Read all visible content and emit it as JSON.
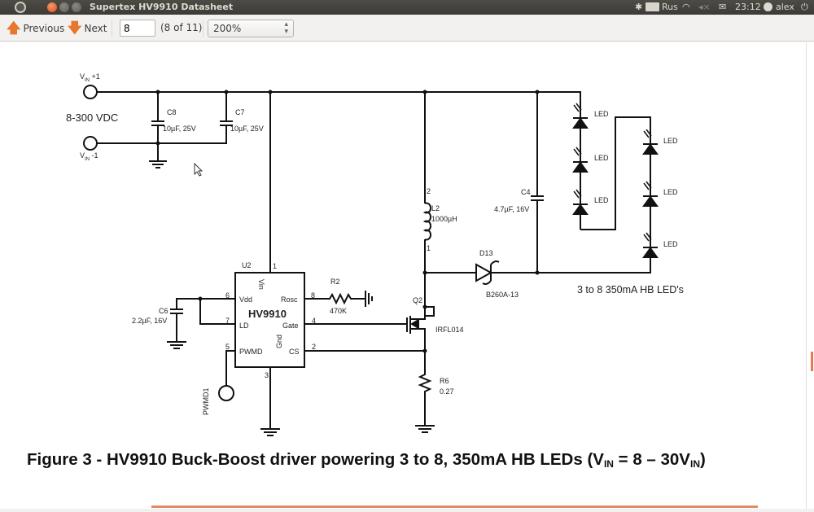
{
  "window": {
    "title": "Supertex HV9910 Datasheet"
  },
  "indicators": {
    "keyboard_layout": "Rus",
    "time": "23:12",
    "user": "alex"
  },
  "toolbar": {
    "previous_label": "Previous",
    "next_label": "Next",
    "page_value": "8",
    "page_count": "(8 of 11)",
    "zoom_value": "200%"
  },
  "schematic": {
    "vin_plus": "V",
    "vin_plus_sub": "IN",
    "vin_plus_suffix": " +1",
    "vin_minus": "V",
    "vin_minus_sub": "IN",
    "vin_minus_suffix": " -1",
    "supply_range": "8-300 VDC",
    "c8_ref": "C8",
    "c8_value": "10µF, 25V",
    "c7_ref": "C7",
    "c7_value": "10µF, 25V",
    "u2_ref": "U2",
    "ic_name": "HV9910",
    "pin_vin": "Vin",
    "pin_vdd": "Vdd",
    "pin_ld": "LD",
    "pin_pwmd": "PWMD",
    "pin_gnd": "Gnd",
    "pin_rosc": "Rosc",
    "pin_gate": "Gate",
    "pin_cs": "CS",
    "pin_num_vin": "1",
    "pin_num_vdd": "6",
    "pin_num_ld": "7",
    "pin_num_pwmd": "5",
    "pin_num_gnd": "3",
    "pin_num_rosc": "8",
    "pin_num_gate": "4",
    "pin_num_cs": "2",
    "c6_ref": "C6",
    "c6_value": "2.2µF, 16V",
    "pwmd_label": "PWMD1",
    "r2_ref": "R2",
    "r2_value": "470K",
    "l2_ref": "L2",
    "l2_value": "1000µH",
    "l2_pin_top": "2",
    "l2_pin_bottom": "1",
    "q2_ref": "Q2",
    "q2_value": "IRFL014",
    "r6_ref": "R6",
    "r6_value": "0.27",
    "d13_ref": "D13",
    "d13_value": "B260A-13",
    "c4_ref": "C4",
    "c4_value": "4.7µF, 16V",
    "led_label": "LED",
    "led_string_label": "3 to 8 350mA HB LED's"
  },
  "caption": {
    "prefix": "Figure 3 - HV9910 Buck-Boost driver powering 3 to 8, 350mA HB LEDs (V",
    "sub1": "IN",
    "middle": " = 8 – 30V",
    "sub2": "IN",
    "suffix": ")"
  }
}
